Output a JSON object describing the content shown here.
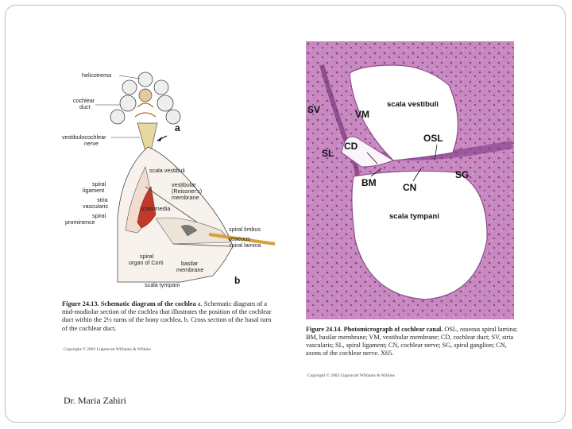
{
  "left_figure": {
    "labels": {
      "helicotrema": "helicotrema",
      "cochlear_duct_1": "cochlear",
      "cochlear_duct_2": "duct",
      "panel_a": "a",
      "vestibulocochlear_1": "vestibulocochlear",
      "vestibulocochlear_2": "nerve",
      "scala_vestibuli": "scala vestibuli",
      "spiral_ligament_1": "spiral",
      "spiral_ligament_2": "ligament",
      "stria_1": "stria",
      "stria_2": "vascularis",
      "spiral_prominence_1": "spiral",
      "spiral_prominence_2": "prominence",
      "vestibular_membrane_1": "vestibular",
      "vestibular_membrane_2": "(Reissner's)",
      "vestibular_membrane_3": "membrane",
      "scala_media": "scala media",
      "spiral_limbus": "spiral limbus",
      "osseous_1": "osseous",
      "osseous_2": "spiral lamina",
      "spiral_organ_1": "spiral",
      "spiral_organ_2": "organ of Corti",
      "basilar_1": "basilar",
      "basilar_2": "membrane",
      "scala_tympani": "scala tympani",
      "panel_b": "b"
    },
    "caption_bold": "Figure 24.13. Schematic diagram of the cochlea",
    "caption_text": " a. Schematic diagram of a mid-modiolar section of the cochlea that illustrates the position of the cochlear duct within the 2½ turns of the bony cochlea. b. Cross section of the basal turn of the cochlear duct.",
    "copyright": "Copyright © 2003 Lippincott Williams & Wilkins"
  },
  "right_figure": {
    "labels": {
      "sv": "SV",
      "vm": "VM",
      "scala_vestibuli": "scala vestibuli",
      "osl": "OSL",
      "sl": "SL",
      "cd": "CD",
      "sg": "SG",
      "bm": "BM",
      "cn": "CN",
      "scala_tympani": "scala tympani"
    },
    "caption_bold": "Figure 24.14. Photomicrograph of cochlear canal.",
    "caption_text": " OSL, osseous spiral lamina; BM, basilar membrane; VM, vestibular membrane; CD, cochlear duct; SV, stria vascularis; SL, spiral ligament; CN, cochlear nerve; SG, spiral ganglion; CN, axons of the cochlear nerve. X65.",
    "copyright": "Copyright © 2003 Lippincott Williams & Wilkins"
  },
  "footer": {
    "author": "Dr. Maria Zahiri"
  },
  "colors": {
    "tissue_purple": "#a45aa8",
    "tissue_pink": "#dca6cc",
    "scala_media_red": "#c0392b",
    "bone_fill": "#f7f3ec"
  }
}
